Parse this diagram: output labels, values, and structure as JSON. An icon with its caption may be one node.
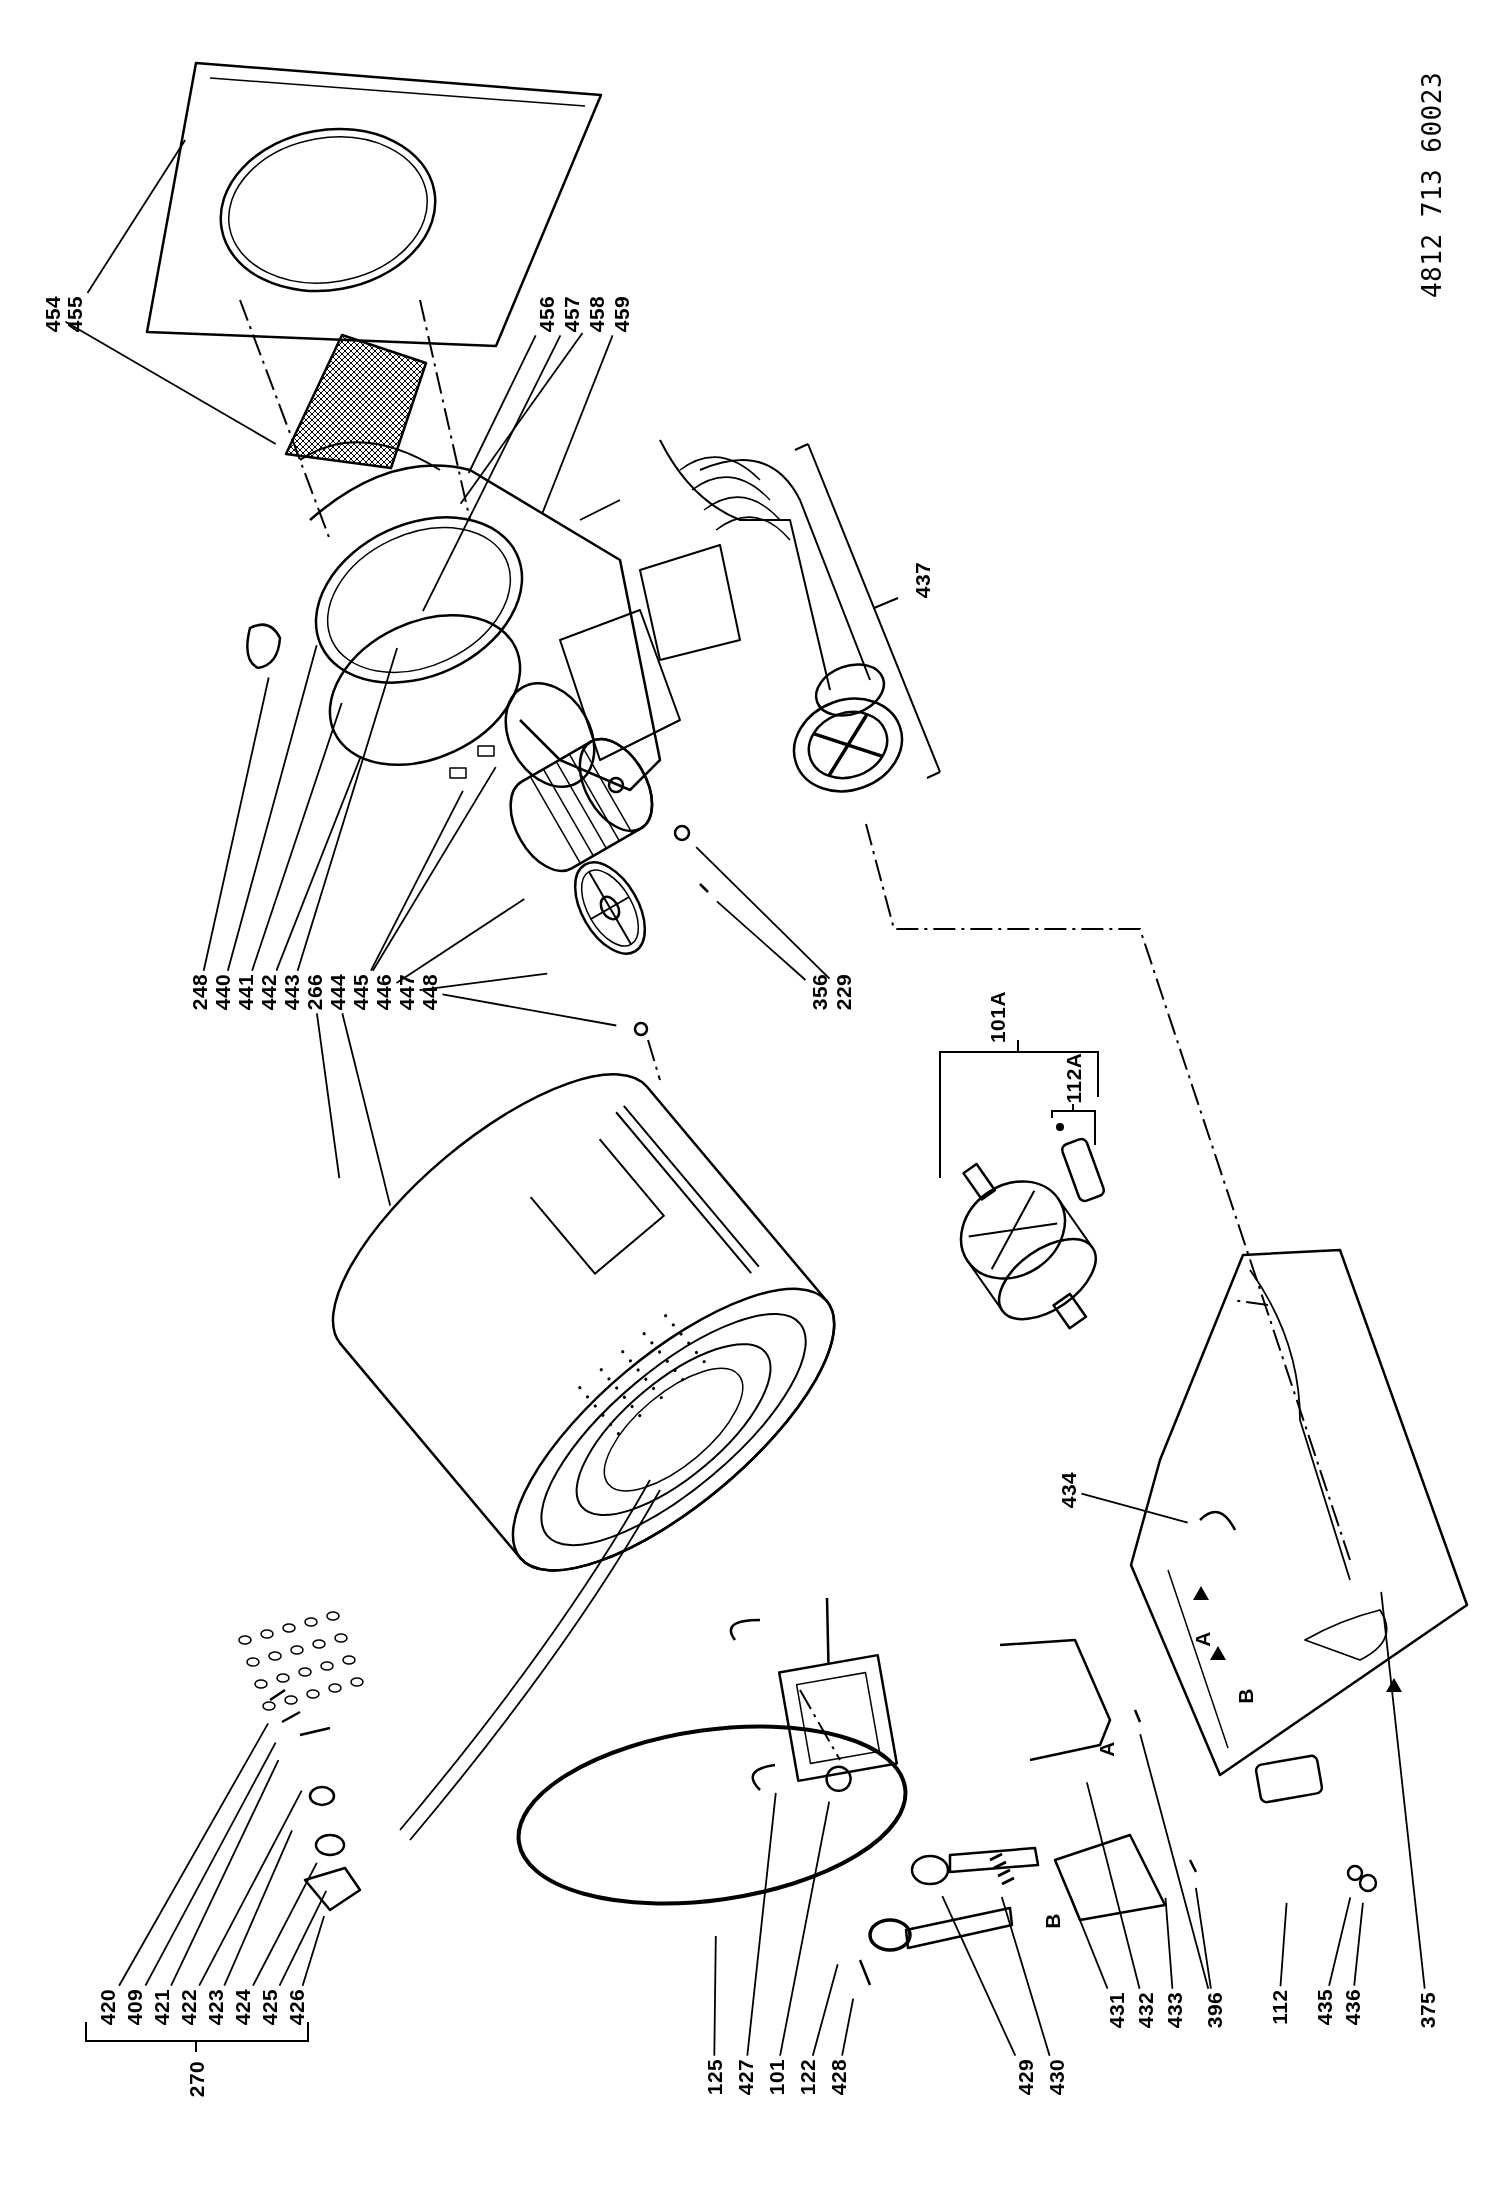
{
  "diagram": {
    "nodes": [
      {
        "text": [
          "454"
        ]
      },
      {
        "text": [
          "455"
        ]
      },
      {
        "text": [
          "456"
        ]
      },
      {
        "text": [
          "457"
        ]
      },
      {
        "text": [
          "458"
        ]
      },
      {
        "text": [
          "459"
        ]
      },
      {
        "text": [
          "248"
        ]
      },
      {
        "text": [
          "440"
        ]
      },
      {
        "text": [
          "441"
        ]
      },
      {
        "text": [
          "442"
        ]
      },
      {
        "text": [
          "443"
        ]
      },
      {
        "text": [
          "266"
        ]
      },
      {
        "text": [
          "444"
        ]
      },
      {
        "text": [
          "445"
        ]
      },
      {
        "text": [
          "446"
        ]
      },
      {
        "text": [
          "447"
        ]
      },
      {
        "text": [
          "448"
        ]
      },
      {
        "text": [
          "356"
        ]
      },
      {
        "text": [
          "229"
        ]
      },
      {
        "text": [
          "434"
        ]
      },
      {
        "text": [
          "420"
        ]
      },
      {
        "text": [
          "409"
        ]
      },
      {
        "text": [
          "421"
        ]
      },
      {
        "text": [
          "422"
        ]
      },
      {
        "text": [
          "423"
        ]
      },
      {
        "text": [
          "424"
        ]
      },
      {
        "text": [
          "425"
        ]
      },
      {
        "text": [
          "426"
        ]
      },
      {
        "text": [
          "431"
        ]
      },
      {
        "text": [
          "432"
        ]
      },
      {
        "text": [
          "433"
        ]
      },
      {
        "text": [
          "396"
        ]
      },
      {
        "text": [
          "112"
        ]
      },
      {
        "text": [
          "435"
        ]
      },
      {
        "text": [
          "436"
        ]
      },
      {
        "text": [
          "375"
        ]
      },
      {
        "text": [
          "125"
        ]
      },
      {
        "text": [
          "427"
        ]
      },
      {
        "text": [
          "101"
        ]
      },
      {
        "text": [
          "122"
        ]
      },
      {
        "text": [
          "428"
        ]
      },
      {
        "text": [
          "429"
        ]
      },
      {
        "text": [
          "430"
        ]
      }
    ],
    "edges": [
      {
        "from": 0,
        "to": null,
        "arrow": "none"
      },
      {
        "from": 1,
        "to": null,
        "arrow": "none"
      },
      {
        "from": 2,
        "to": null,
        "arrow": "none"
      },
      {
        "from": 3,
        "to": null,
        "arrow": "none"
      },
      {
        "from": 4,
        "to": null,
        "arrow": "none"
      },
      {
        "from": 5,
        "to": null,
        "arrow": "none"
      },
      {
        "from": 6,
        "to": null,
        "arrow": "none"
      },
      {
        "from": 7,
        "to": null,
        "arrow": "none"
      },
      {
        "from": 8,
        "to": null,
        "arrow": "none"
      },
      {
        "from": 9,
        "to": null,
        "arrow": "none"
      },
      {
        "from": 10,
        "to": null,
        "arrow": "none"
      },
      {
        "from": 11,
        "to": null,
        "arrow": "none"
      },
      {
        "from": 12,
        "to": null,
        "arrow": "none"
      },
      {
        "from": 13,
        "to": null,
        "arrow": "none"
      },
      {
        "from": 13,
        "to": null,
        "arrow": "none"
      },
      {
        "from": 14,
        "to": null,
        "arrow": "none"
      },
      {
        "from": 15,
        "to": null,
        "arrow": "none"
      },
      {
        "from": 16,
        "to": null,
        "arrow": "none"
      },
      {
        "from": 17,
        "to": null,
        "arrow": "none"
      },
      {
        "from": 18,
        "to": null,
        "arrow": "none"
      },
      {
        "from": 19,
        "to": null,
        "arrow": "none"
      },
      {
        "from": 20,
        "to": null,
        "arrow": "none"
      },
      {
        "from": 21,
        "to": null,
        "arrow": "none"
      },
      {
        "from": 22,
        "to": null,
        "arrow": "none"
      },
      {
        "from": 23,
        "to": null,
        "arrow": "none"
      },
      {
        "from": 24,
        "to": null,
        "arrow": "none"
      },
      {
        "from": 25,
        "to": null,
        "arrow": "none"
      },
      {
        "from": 26,
        "to": null,
        "arrow": "none"
      },
      {
        "from": 27,
        "to": null,
        "arrow": "none"
      },
      {
        "from": 28,
        "to": null,
        "arrow": "none"
      },
      {
        "from": 29,
        "to": null,
        "arrow": "none"
      },
      {
        "from": 30,
        "to": null,
        "arrow": "none"
      },
      {
        "from": 31,
        "to": null,
        "arrow": "none"
      },
      {
        "from": 31,
        "to": null,
        "arrow": "none"
      },
      {
        "from": 32,
        "to": null,
        "arrow": "none"
      },
      {
        "from": 33,
        "to": null,
        "arrow": "none"
      },
      {
        "from": 34,
        "to": null,
        "arrow": "none"
      },
      {
        "from": 35,
        "to": null,
        "arrow": "none"
      },
      {
        "from": 36,
        "to": null,
        "arrow": "none"
      },
      {
        "from": 37,
        "to": null,
        "arrow": "none"
      },
      {
        "from": 38,
        "to": null,
        "arrow": "none"
      },
      {
        "from": 39,
        "to": null,
        "arrow": "none"
      },
      {
        "from": 40,
        "to": null,
        "arrow": "none"
      },
      {
        "from": 41,
        "to": null,
        "arrow": "none"
      },
      {
        "from": 42,
        "to": null,
        "arrow": "none"
      }
    ],
    "labels": [
      "4812 713 60023",
      "437",
      "101A",
      "112A",
      "A",
      "B",
      "A",
      "B",
      "270"
    ]
  }
}
